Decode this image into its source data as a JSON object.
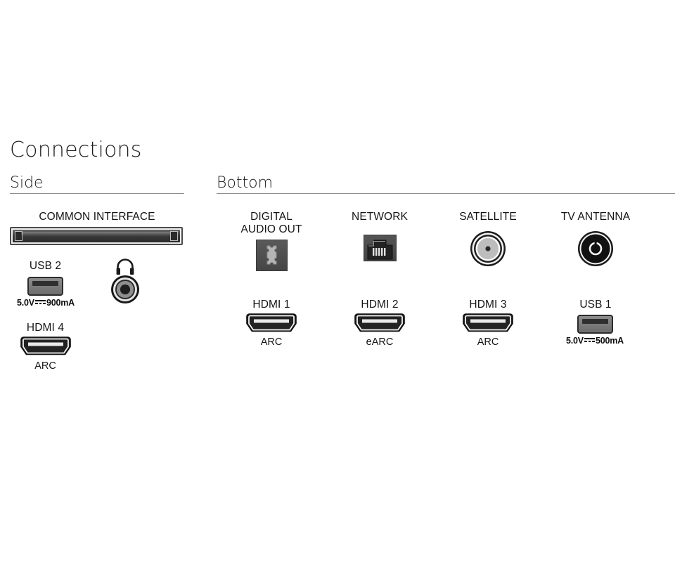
{
  "page": {
    "title": "Connections"
  },
  "sections": [
    {
      "id": "side",
      "title": "Side"
    },
    {
      "id": "bottom",
      "title": "Bottom"
    }
  ],
  "side_ports": {
    "common_interface": {
      "label": "COMMON INTERFACE",
      "icon": "ci-slot-icon"
    },
    "usb2": {
      "label": "USB 2",
      "power": "5.0V",
      "power_current": "900mA",
      "icon": "usb-port-icon"
    },
    "headphone": {
      "label": "",
      "icon": "headphone-icon",
      "jack_icon": "audio-jack-icon"
    },
    "hdmi4": {
      "label": "HDMI 4",
      "sublabel": "ARC",
      "icon": "hdmi-port-icon"
    }
  },
  "bottom_ports": [
    {
      "label": "DIGITAL\nAUDIO OUT",
      "icon": "optical-audio-icon"
    },
    {
      "label": "NETWORK",
      "icon": "rj45-network-icon"
    },
    {
      "label": "SATELLITE",
      "icon": "satellite-coax-icon"
    },
    {
      "label": "TV ANTENNA",
      "icon": "antenna-coax-icon"
    }
  ],
  "bottom_ports_row2": [
    {
      "label": "HDMI 1",
      "sublabel": "ARC",
      "icon": "hdmi-port-icon"
    },
    {
      "label": "HDMI 2",
      "sublabel": "eARC",
      "icon": "hdmi-port-icon"
    },
    {
      "label": "HDMI 3",
      "sublabel": "ARC",
      "icon": "hdmi-port-icon"
    },
    {
      "label": "USB 1",
      "power": "5.0V",
      "power_current": "500mA",
      "icon": "usb-port-icon"
    }
  ],
  "colors": {
    "text": "#141414",
    "rule": "#8d8d8d",
    "background": "#ffffff",
    "connector_dark": "#2b2b2b",
    "connector_mid": "#7a7a7a",
    "connector_light": "#e6e6e6"
  }
}
